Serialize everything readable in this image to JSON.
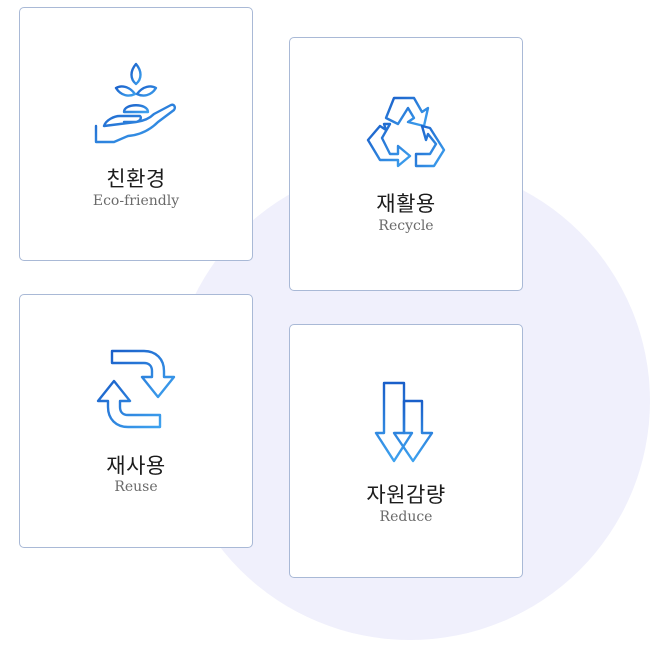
{
  "cards": {
    "eco": {
      "title": "친환경",
      "subtitle": "Eco-friendly",
      "icon": "plant-hand-icon"
    },
    "recycle": {
      "title": "재활용",
      "subtitle": "Recycle",
      "icon": "recycle-icon"
    },
    "reuse": {
      "title": "재사용",
      "subtitle": "Reuse",
      "icon": "reuse-arrows-icon"
    },
    "reduce": {
      "title": "자원감량",
      "subtitle": "Reduce",
      "icon": "down-arrows-icon"
    }
  },
  "colors": {
    "icon_start": "#1a5fc9",
    "icon_end": "#3ea2ef",
    "card_border": "#a9b9d6",
    "background_circle": "#f0f0fc"
  }
}
